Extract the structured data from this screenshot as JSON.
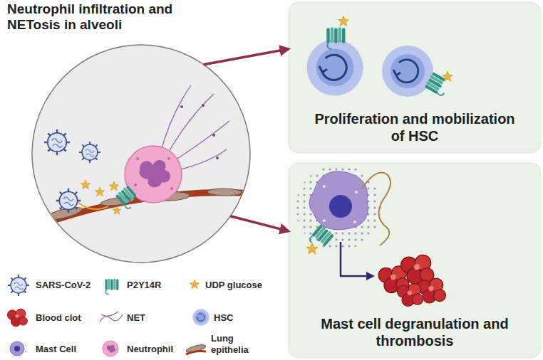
{
  "diagram": {
    "nodes": [
      {
        "text": [
          "Neutrophil infiltration and NETosis in alveoli"
        ]
      },
      {
        "text": [
          "Proliferation and mobilization of HSC"
        ]
      },
      {
        "text": [
          "Mast cell degranulation and thrombosis"
        ]
      }
    ],
    "edges": [
      {
        "from": 0,
        "to": 1,
        "arrow": "to"
      },
      {
        "from": 0,
        "to": 2,
        "arrow": "to"
      }
    ],
    "legend": [
      {
        "text": "SARS-CoV-2"
      },
      {
        "text": "P2Y14R"
      },
      {
        "text": "UDP glucose"
      },
      {
        "text": "Blood clot"
      },
      {
        "text": "NET"
      },
      {
        "text": "HSC"
      },
      {
        "text": "Mast Cell"
      },
      {
        "text": "Neutrophil"
      },
      {
        "text": "Lung epithelia"
      }
    ]
  }
}
